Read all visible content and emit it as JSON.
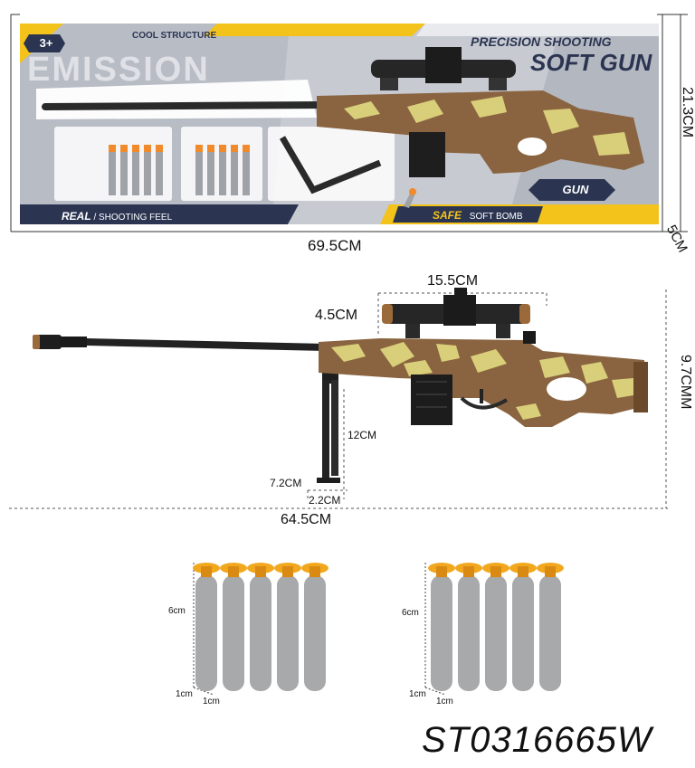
{
  "box": {
    "age_badge": "3+",
    "cool_structure": "COOL STRUCTURE",
    "emission_text": "EMISSION",
    "precision": "PRECISION SHOOTING",
    "soft_gun": "SOFT GUN",
    "gun_badge": "GUN",
    "real_bold": "REAL",
    "real_rest": "/ SHOOTING FEEL",
    "safe_bold": "SAFE",
    "safe_rest": "SOFT BOMB",
    "width_label": "69.5CM",
    "height_label": "21.3CM",
    "depth_label": "5CM"
  },
  "gun": {
    "length_label": "64.5CM",
    "height_label": "9.7CMM",
    "scope_length_label": "15.5CM",
    "scope_height_label": "4.5CM",
    "bipod_height_label": "12CM",
    "bipod_foot_label": "7.2CM",
    "bipod_width_label": "2.2CM"
  },
  "darts": {
    "left_height_label": "6cm",
    "left_depth_label": "1cm",
    "left_width_label": "1cm",
    "right_height_label": "6cm",
    "right_depth_label": "1cm",
    "right_width_label": "1cm"
  },
  "sku": "ST0316665W",
  "colors": {
    "box_grey": "#c9ccd3",
    "box_yellow": "#f3c31b",
    "navy": "#2b3552",
    "camo_brown": "#8a6440",
    "camo_yellow": "#d9cf7a",
    "dart_foam": "#a7a9ab",
    "dart_tip": "#f2a81e"
  }
}
